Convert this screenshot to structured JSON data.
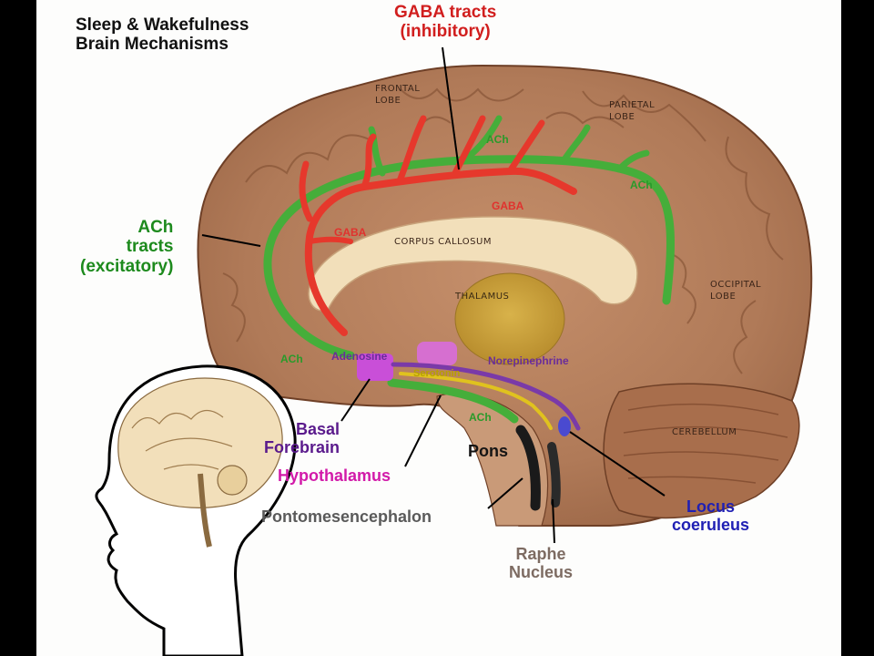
{
  "title": {
    "line1": "Sleep & Wakefulness",
    "line2": "Brain Mechanisms"
  },
  "callouts": {
    "gaba_tracts": {
      "line1": "GABA tracts",
      "line2": "(inhibitory)",
      "color": "#d11e1e"
    },
    "ach_tracts": {
      "line1": "ACh",
      "line2": "tracts",
      "line3": "(excitatory)",
      "color": "#1d8a1d"
    },
    "basal_forebrain": {
      "line1": "Basal",
      "line2": "Forebrain",
      "color": "#5a1a8c"
    },
    "hypothalamus": {
      "text": "Hypothalamus",
      "color": "#d21aa9"
    },
    "pontomesencephalon": {
      "text": "Pontomesencephalon",
      "color": "#5a5a5a"
    },
    "pons": {
      "text": "Pons",
      "color": "#141414"
    },
    "raphe_nucleus": {
      "line1": "Raphe",
      "line2": "Nucleus",
      "color": "#7d6b62"
    },
    "locus_coeruleus": {
      "line1": "Locus",
      "line2": "coeruleus",
      "color": "#1f1fb4"
    }
  },
  "lobes": {
    "frontal": {
      "line1": "FRONTAL",
      "line2": "LOBE"
    },
    "parietal": {
      "line1": "PARIETAL",
      "line2": "LOBE"
    },
    "occipital": {
      "line1": "OCCIPITAL",
      "line2": "LOBE"
    },
    "corpus_callosum": "CORPUS CALLOSUM",
    "thalamus": "THALAMUS",
    "cerebellum": "CEREBELLUM"
  },
  "tract_labels": {
    "ach": [
      "ACh",
      "ACh",
      "ACh",
      "ACh"
    ],
    "gaba": [
      "GABA",
      "GABA"
    ],
    "adenosine": "Adenosine",
    "serotonin": "Serotonin",
    "norepinephrine": "Norepinephrine"
  },
  "colors": {
    "background": "#fdfdfc",
    "frame": "#000000",
    "brain_tissue": "#b57e5c",
    "thalamus": "#d0a840",
    "ach_tract": "#45ae3a",
    "gaba_tract": "#e6382c",
    "adenosine": "#c94fd8",
    "serotonin": "#e0c21e",
    "norepinephrine": "#7a3aa8",
    "brainstem": "#222222"
  },
  "icons": [
    "head-profile-icon",
    "arrow-icon"
  ]
}
